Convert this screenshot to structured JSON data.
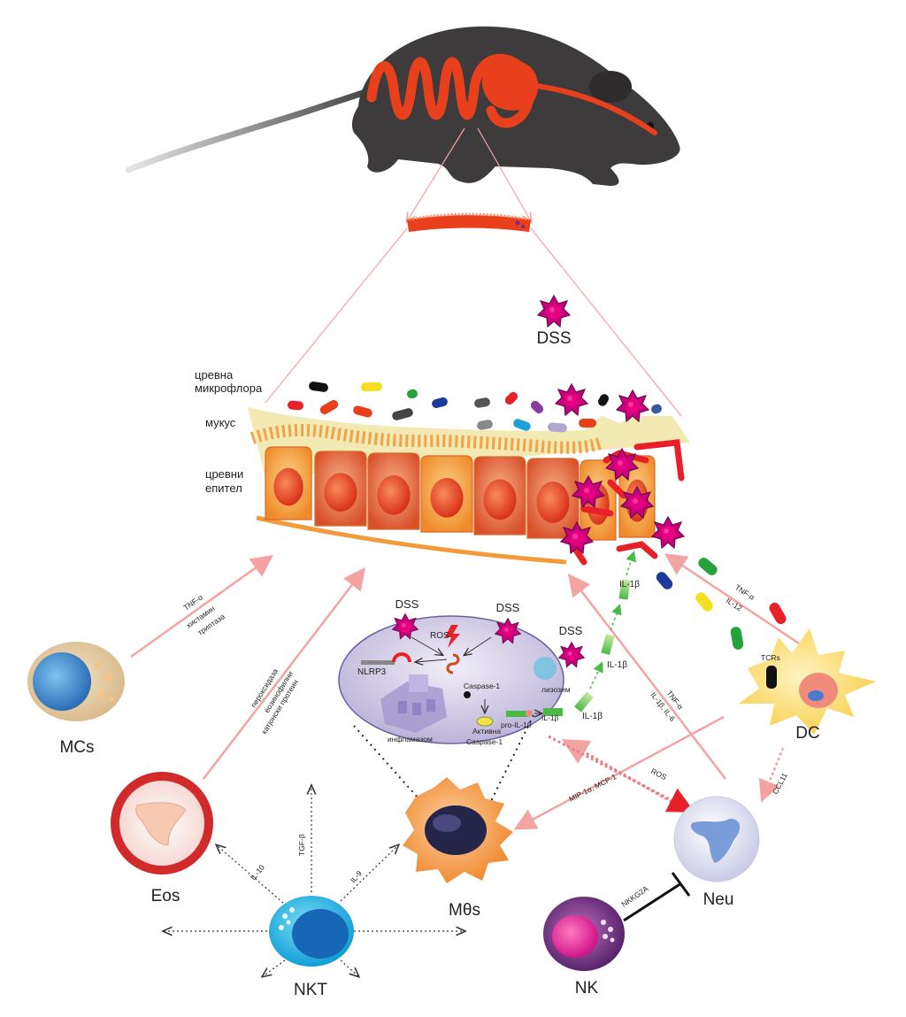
{
  "labels": {
    "dss": "DSS",
    "microflora": [
      "цревна",
      "микрофлора"
    ],
    "mucus": "мукус",
    "epithelium": [
      "цревни",
      "епител"
    ],
    "macrophage_detail": {
      "dss_1": "DSS",
      "dss_2": "DSS",
      "dss_3": "DSS",
      "ros": "ROS",
      "nlrp3": "NLRP3",
      "caspase1": "Caspase-1",
      "lysozyme": "лизозим",
      "inflammasome": "инфламазом",
      "active_caspase": [
        "Активна",
        "Caspase-1"
      ],
      "pro_il1b": "pro-IL-1β",
      "il1b_out": "IL-1β",
      "il1b_left": "IL-1β"
    },
    "il1b_chain": [
      "IL-1β",
      "IL-1β"
    ],
    "cells": {
      "mcs": "MCs",
      "eos": "Eos",
      "macrophages": "Mθs",
      "nkt": "NKT",
      "nk": "NK",
      "neu": "Neu",
      "dc": "DC"
    },
    "mediators": {
      "mc_line1": "TNF-α",
      "mc_line2": "хистамин",
      "mc_line3": "триптаза",
      "eos_line1": "пероксидаза",
      "eos_line2": "еозинофилни",
      "eos_line3": "катјонски протеин",
      "neu_tnf": "TNF-α",
      "neu_il": "IL-1β, IL-6",
      "dc_tnf": "TNF-α",
      "dc_il12": "IL-12",
      "tcrs": "TCRs",
      "ccl11": "CCL11",
      "ros": "ROS",
      "mip": "MIP-1α, MCP-1",
      "nkt_tgf": "TGF-β",
      "nkt_il10": "IL-10",
      "nkt_il9": "IL-9",
      "nk_receptor": "NKKG2A"
    }
  },
  "colors": {
    "mouse_body": "#3d3b3c",
    "intestine": "#e8401c",
    "dss_star": "#c8007c",
    "arrow_pink": "#f4a3a3",
    "arrow_dark": "#e8808a",
    "cell_orange": "#f39a3a",
    "mucus": "#f3e9b3"
  },
  "icons": [
    "mouse-silhouette",
    "dss-star-icon",
    "bacteria-icon",
    "cell-icon",
    "inflammasome-icon",
    "inhibition-icon"
  ]
}
